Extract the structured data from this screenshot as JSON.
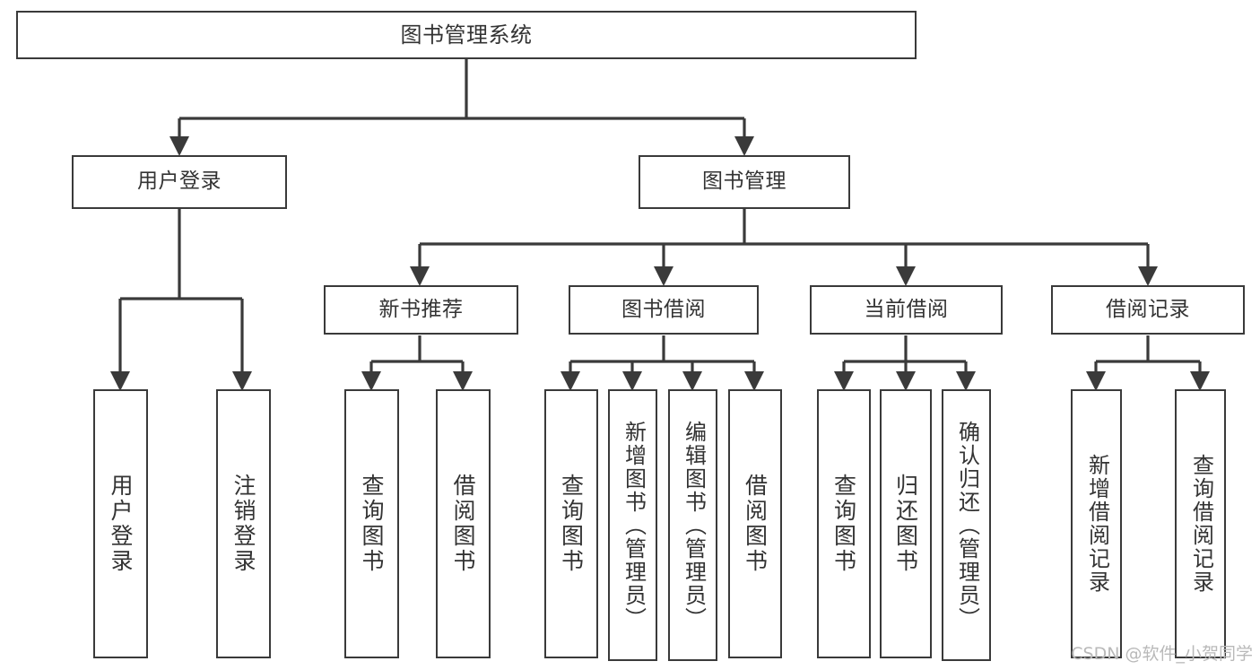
{
  "diagram": {
    "type": "tree-hierarchy-flowchart",
    "title": "图书管理系统",
    "stroke_color": "#3a3a3a",
    "text_color": "#333333",
    "background_color": "#ffffff",
    "root": {
      "label": "图书管理系统"
    },
    "level2": [
      {
        "label": "用户登录"
      },
      {
        "label": "图书管理"
      }
    ],
    "level3": [
      {
        "label": "新书推荐"
      },
      {
        "label": "图书借阅"
      },
      {
        "label": "当前借阅"
      },
      {
        "label": "借阅记录"
      }
    ],
    "leaves": {
      "user_login": [
        {
          "label": "用户登录"
        },
        {
          "label": "注销登录"
        }
      ],
      "new_book": [
        {
          "label": "查询图书"
        },
        {
          "label": "借阅图书"
        }
      ],
      "book_borrow": [
        {
          "label": "查询图书"
        },
        {
          "label": "新增图书（管理员）"
        },
        {
          "label": "编辑图书（管理员）"
        },
        {
          "label": "借阅图书"
        }
      ],
      "current_borrow": [
        {
          "label": "查询图书"
        },
        {
          "label": "归还图书"
        },
        {
          "label": "确认归还（管理员）"
        }
      ],
      "borrow_record": [
        {
          "label": "新增借阅记录"
        },
        {
          "label": "查询借阅记录"
        }
      ]
    }
  },
  "watermark": {
    "text": "CSDN @软件_小贺同学"
  }
}
